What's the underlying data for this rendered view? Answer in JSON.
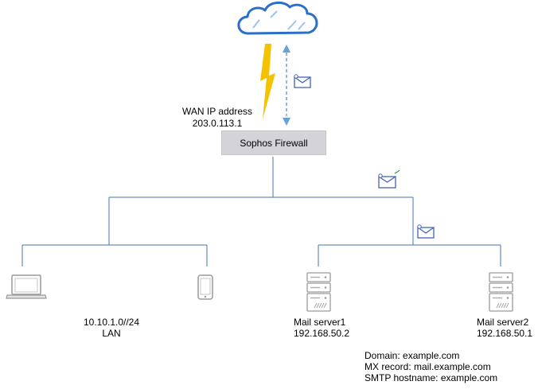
{
  "firewall": {
    "label": "Sophos Firewall"
  },
  "wan": {
    "title": "WAN IP address",
    "ip": "203.0.113.1"
  },
  "lan": {
    "subnet": "10.10.1.0//24",
    "label": "LAN"
  },
  "mail_server1": {
    "name": "Mail server1",
    "ip": "192.168.50.2"
  },
  "mail_server2": {
    "name": "Mail server2",
    "ip": "192.168.50.1"
  },
  "dns_info": {
    "domain": "Domain: example.com",
    "mx": "MX record: mail.example.com",
    "smtp": "SMTP hostname: example.com"
  },
  "icons": {
    "cloud": "cloud-icon",
    "lightning": "lightning-icon",
    "mail": "mail-envelope-icon",
    "laptop": "laptop-icon",
    "phone": "phone-icon",
    "server": "server-icon"
  },
  "colors": {
    "line": "#4a72b8",
    "arrow": "#6a9fd8",
    "lightning": "#f5c200",
    "firewall_fill": "#d4d4d8",
    "envelope": "#4462b8"
  }
}
